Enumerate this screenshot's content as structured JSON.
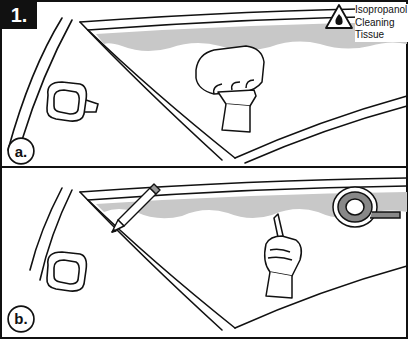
{
  "diagram": {
    "nodes": [
      {
        "text": [
          "1."
        ]
      },
      {
        "text": [
          "a."
        ]
      },
      {
        "text": [
          "b."
        ]
      }
    ],
    "labels": [
      "Isopropanol Cleaning Tissue"
    ]
  }
}
